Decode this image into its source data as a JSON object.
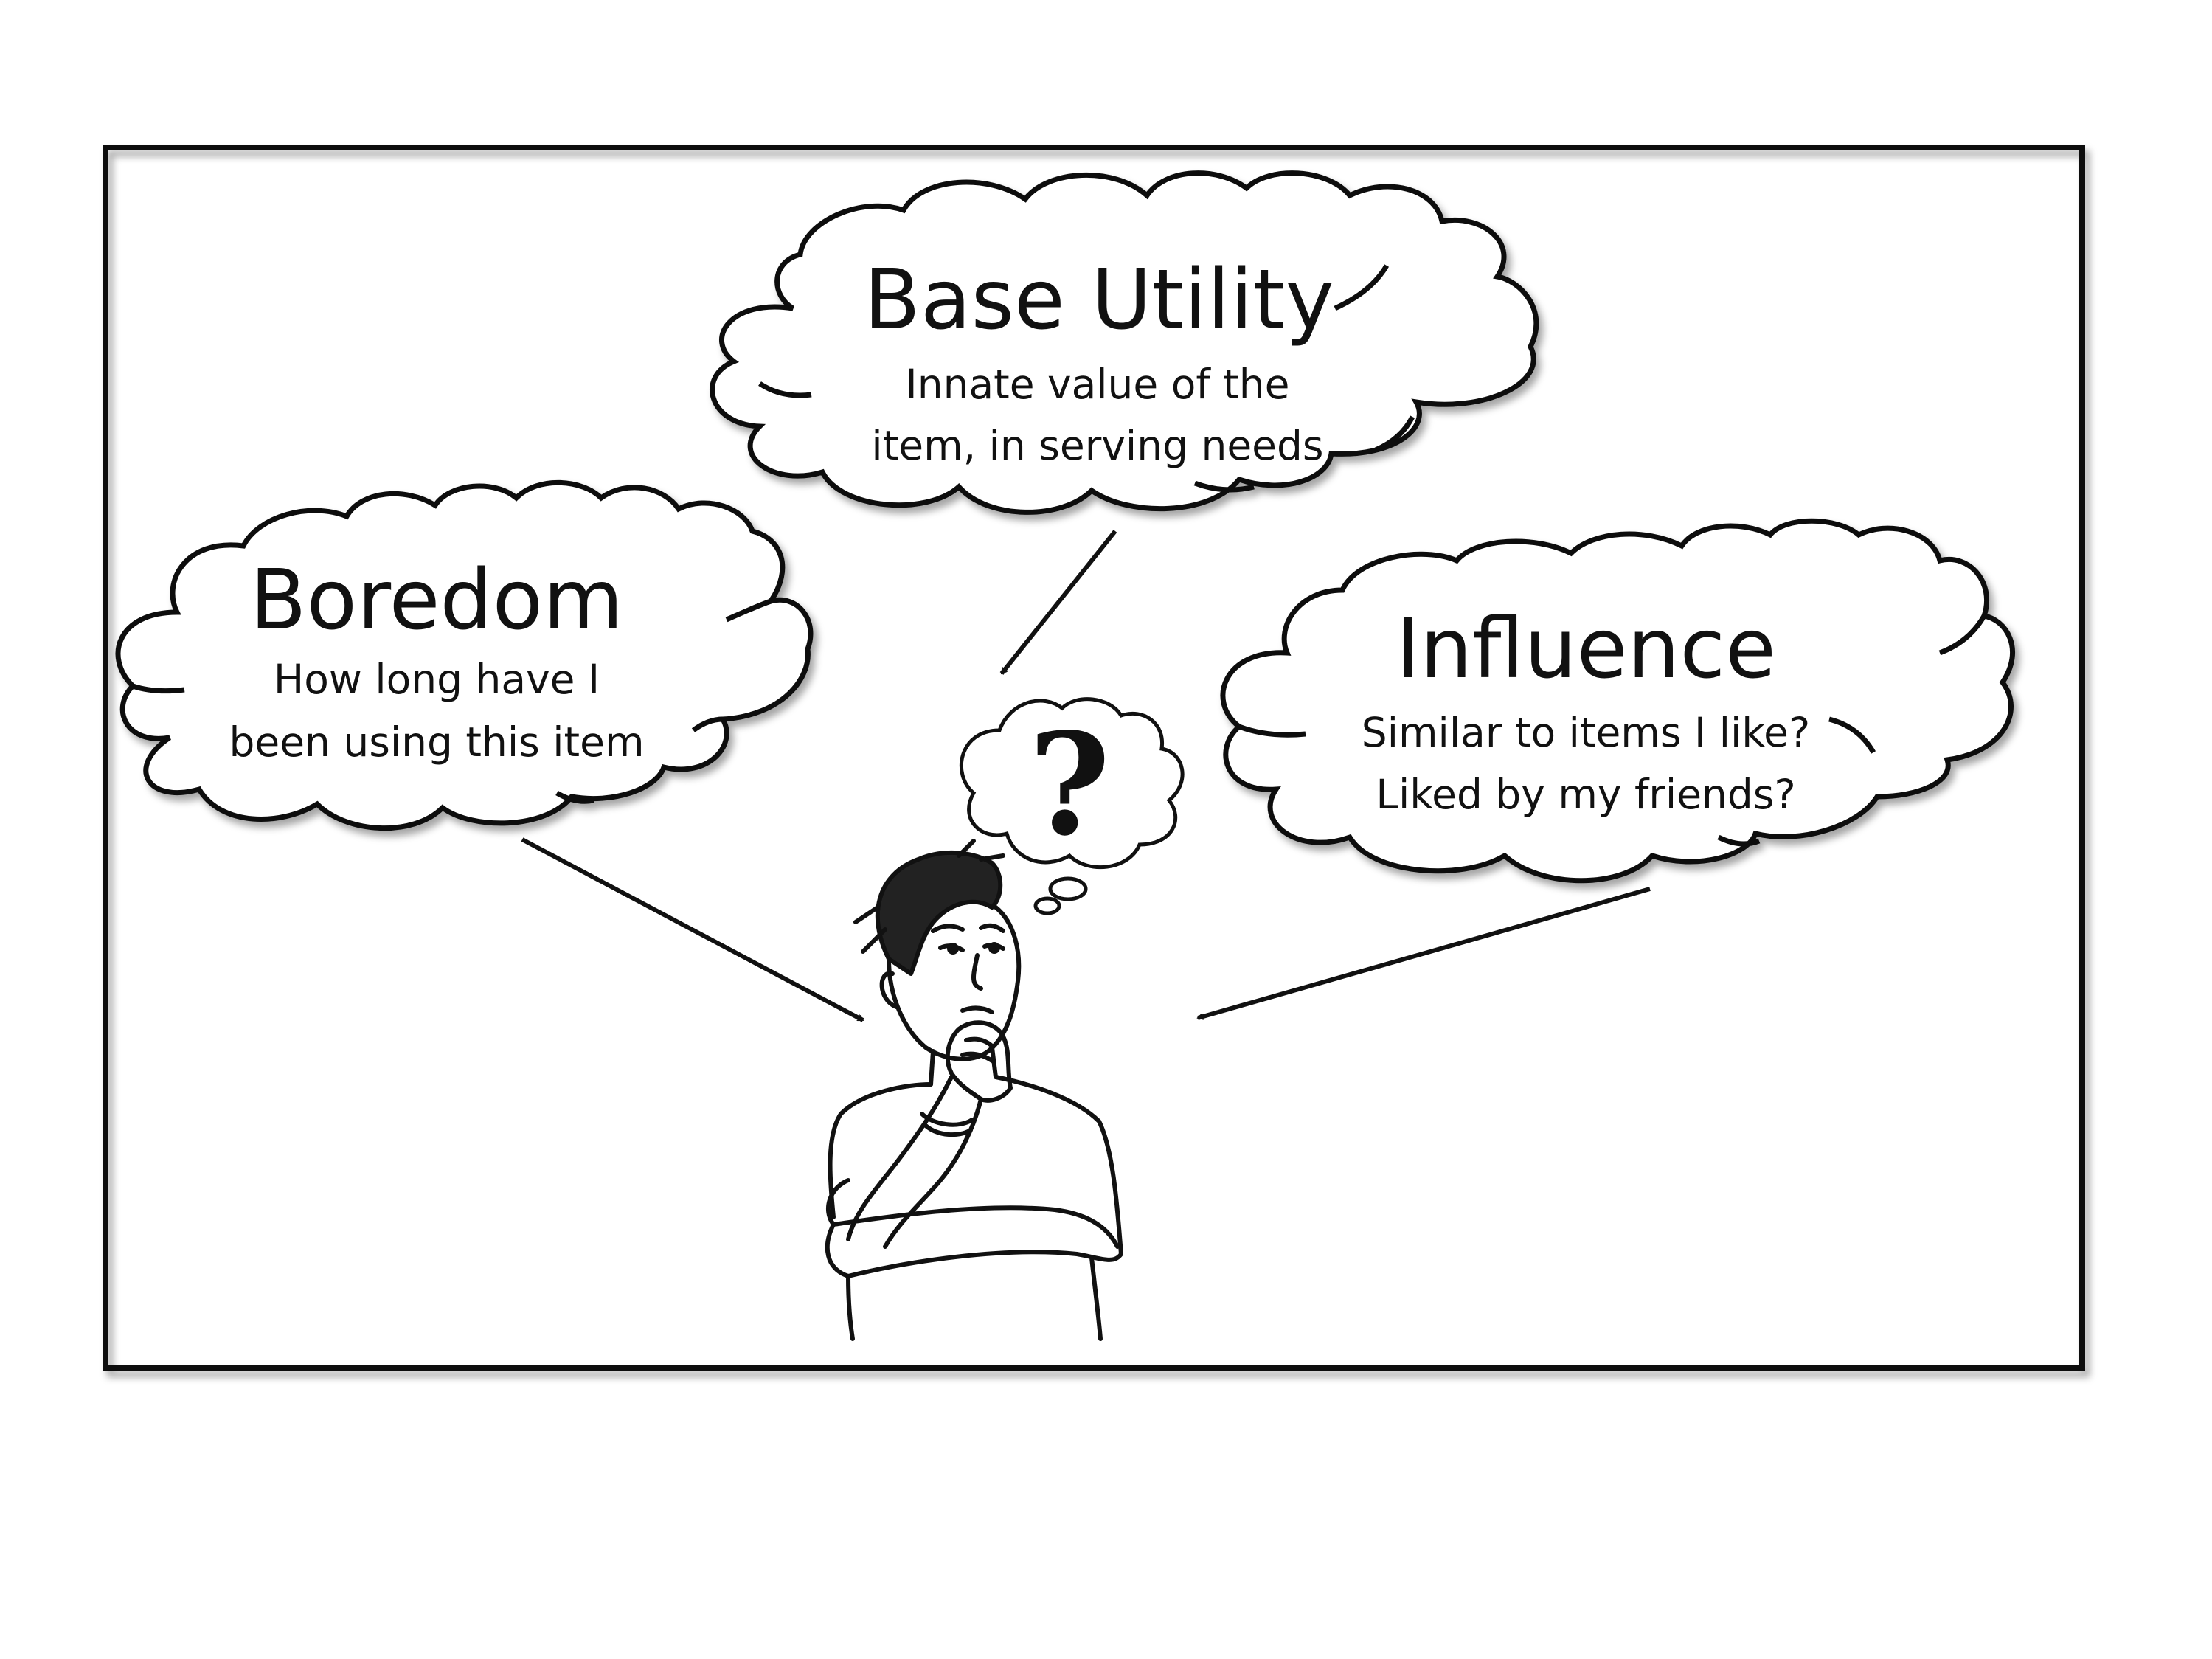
{
  "clouds": {
    "base_utility": {
      "title": "Base Utility",
      "line1": "Innate value of the",
      "line2": "item, in serving needs"
    },
    "boredom": {
      "title": "Boredom",
      "line1": "How long have I",
      "line2": "been using this item"
    },
    "influence": {
      "title": "Influence",
      "line1": "Similar to items I like?",
      "line2": "Liked by my friends?"
    }
  },
  "thought_bubble": {
    "symbol": "?"
  },
  "colors": {
    "stroke": "#111111",
    "background": "#ffffff"
  },
  "icons": {
    "person": "thinking-person-icon",
    "thought": "thought-bubble-icon"
  }
}
